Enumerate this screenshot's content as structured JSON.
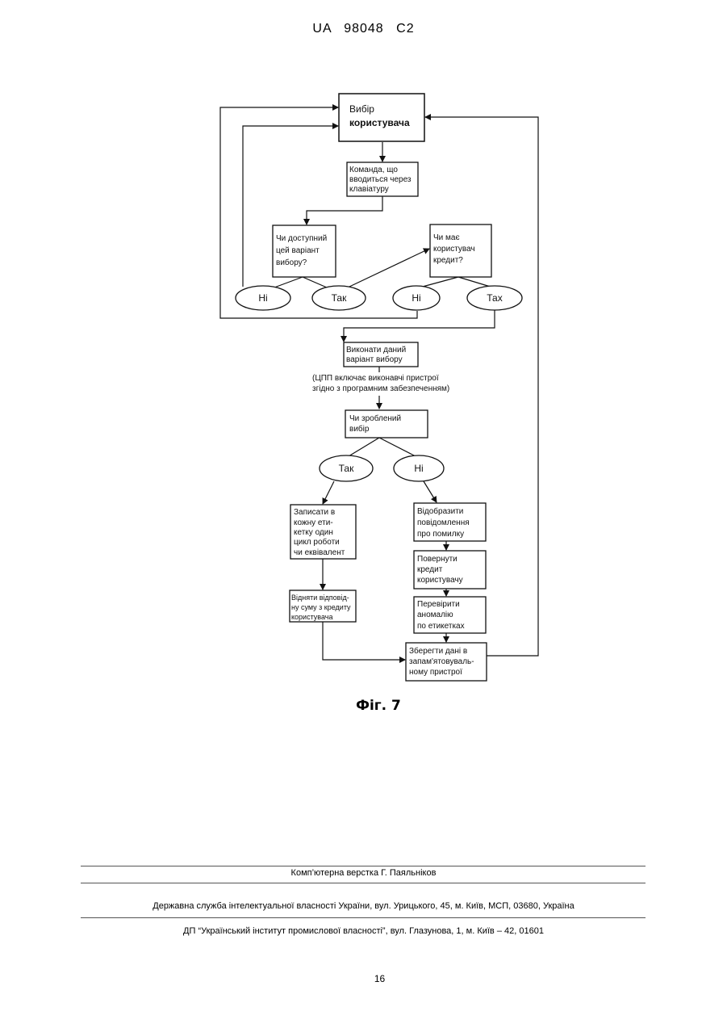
{
  "header": {
    "patent_id": "UA   98048   C2"
  },
  "flowchart": {
    "select_user": [
      "Вибір",
      "користувача"
    ],
    "keyboard_cmd": [
      "Команда, що",
      "вводиться через",
      "клавіатуру"
    ],
    "option_available": [
      "Чи доступний",
      "цей варіант",
      "вибору?"
    ],
    "has_credit": [
      "Чи має",
      "користувач",
      "кредит?"
    ],
    "oval_no_1": "Ні",
    "oval_yes_1": "Так",
    "oval_no_2": "Ні",
    "oval_yes_2": "Тах",
    "execute_option": [
      "Виконати даний",
      "варіант вибору"
    ],
    "cpu_note": [
      "(ЦПП включає виконавчі пристрої",
      "згідно з програмним забезпеченням)"
    ],
    "selection_made": [
      "Чи зроблений",
      "вибір"
    ],
    "oval_yes_3": "Так",
    "oval_no_3": "Ні",
    "write_cycle": [
      "Записати в",
      "кожну ети-",
      "кетку один",
      "цикл роботи",
      "чи еквівалент"
    ],
    "subtract_credit": [
      "Відняти відповід-",
      "ну суму з кредиту",
      "користувача"
    ],
    "show_error": [
      "Відобразити",
      "повідомлення",
      "про помилку"
    ],
    "return_credit": [
      "Повернути",
      "кредит",
      "користувачу"
    ],
    "check_anomaly": [
      "Перевірити",
      "аномалію",
      "по етикетках"
    ],
    "save_data": [
      "Зберегти дані в",
      "запам'ятовуваль-",
      "ному пристрої"
    ]
  },
  "caption": "Фіг. 7",
  "footer": {
    "layout_credit": "Комп’ютерна верстка Г. Паяльніков",
    "service": "Державна служба інтелектуальної власності України, вул. Урицького, 45, м. Київ, МСП, 03680, Україна",
    "institute": "ДП “Український інститут промислової власності”, вул. Глазунова, 1, м. Київ – 42, 01601"
  },
  "page_number": "16"
}
